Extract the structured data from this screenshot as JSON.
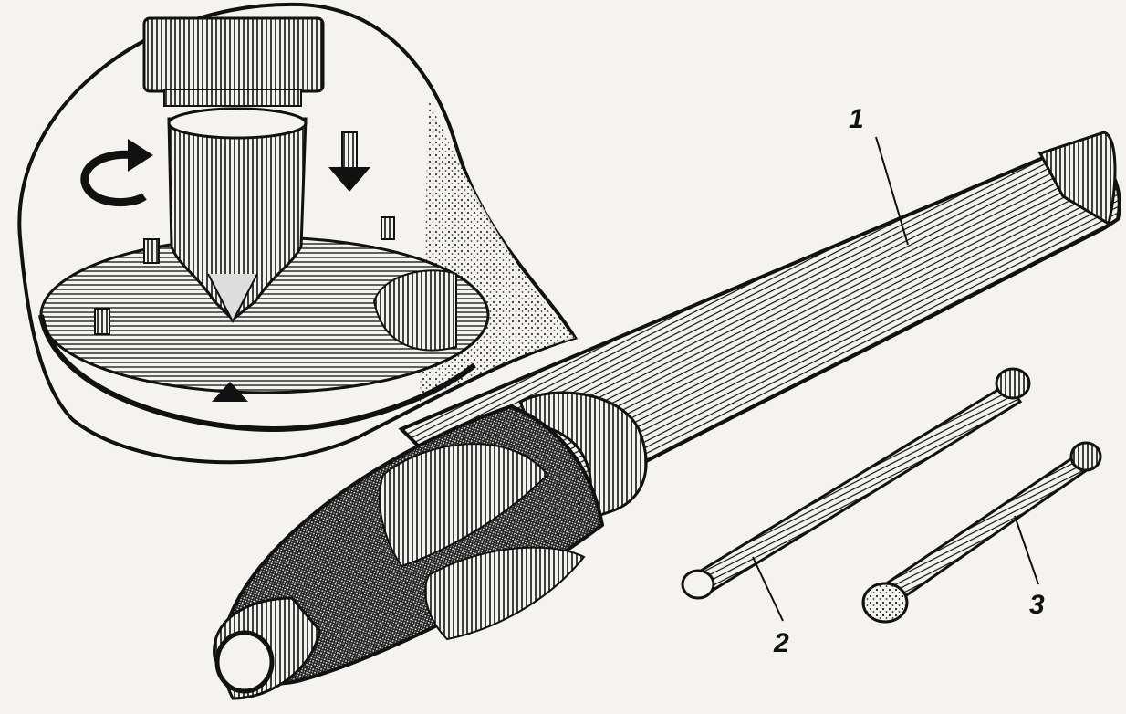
{
  "callouts": [
    {
      "id": "1",
      "label": "1",
      "part": "tool-body"
    },
    {
      "id": "2",
      "label": "2",
      "part": "long-rod"
    },
    {
      "id": "3",
      "label": "3",
      "part": "short-rod"
    }
  ],
  "inset": {
    "arrows": [
      "rotate-arrow-icon",
      "down-arrow-icon"
    ]
  },
  "colors": {
    "ink": "#111111",
    "paper": "#f4f3ef"
  }
}
